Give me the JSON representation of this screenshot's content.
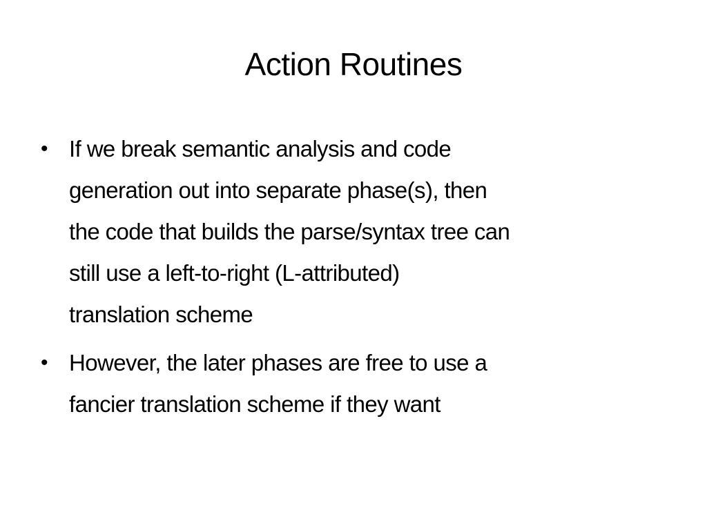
{
  "slide": {
    "title": "Action Routines",
    "background_color": "#ffffff",
    "text_color": "#000000",
    "bullet_glyph": "•",
    "bullets": [
      {
        "text": "If we break semantic analysis and code generation out into separate phase(s), then the code that builds the parse/syntax tree can still use a left-to-right (L-attributed) translation scheme",
        "lines": [
          "If we break semantic analysis and code",
          "generation out into separate phase(s), then",
          "the code that builds the parse/syntax tree can",
          "still use a left-to-right (L-attributed)",
          "translation scheme"
        ]
      },
      {
        "text": "However, the later phases are free to use a fancier translation scheme if they want",
        "lines": [
          "However, the later phases are free to use a",
          "fancier translation scheme if they want"
        ]
      }
    ]
  }
}
